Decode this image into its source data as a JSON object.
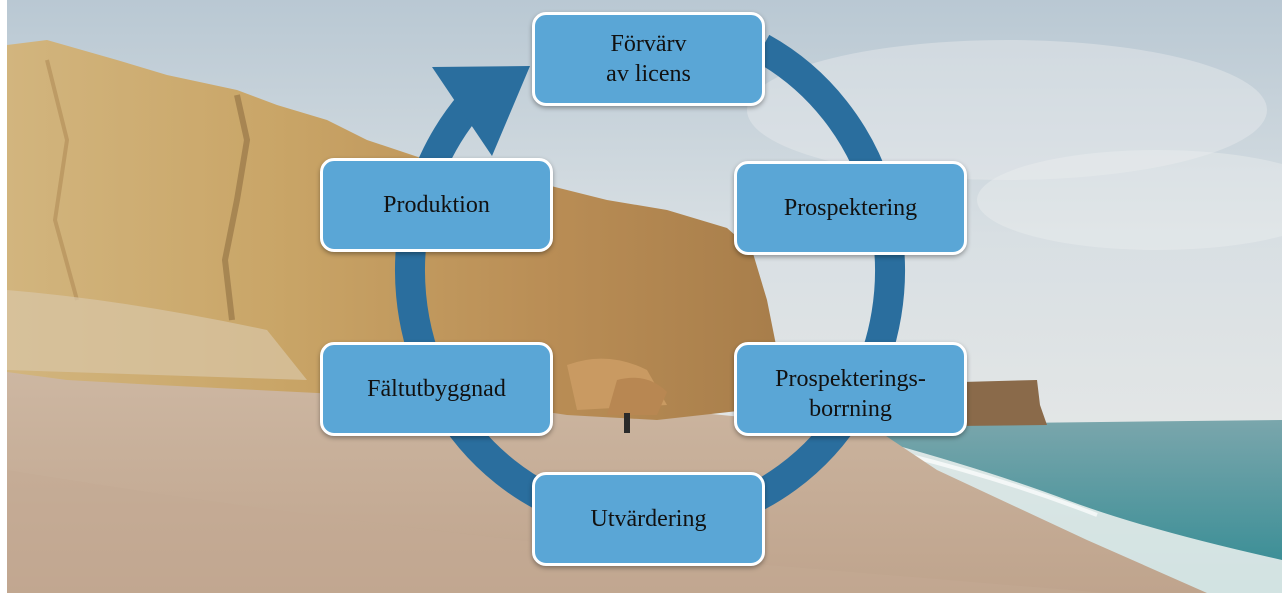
{
  "diagram": {
    "type": "cycle",
    "steps": [
      {
        "lines": [
          "Förvärv",
          "av licens"
        ]
      },
      {
        "lines": [
          "Prospektering"
        ]
      },
      {
        "lines": [
          "Prospekterings-",
          "borrning"
        ]
      },
      {
        "lines": [
          "Utvärdering"
        ]
      },
      {
        "lines": [
          "Fältutbyggnad"
        ]
      },
      {
        "lines": [
          "Produktion"
        ]
      }
    ],
    "arrow_direction": "clockwise"
  },
  "colors": {
    "box_fill": "#5aa6d6",
    "box_border": "#ffffff",
    "ring": "#2a6e9e",
    "text": "#111111"
  },
  "background": {
    "scene": "coastal cliffs, sandy beach and sea"
  }
}
